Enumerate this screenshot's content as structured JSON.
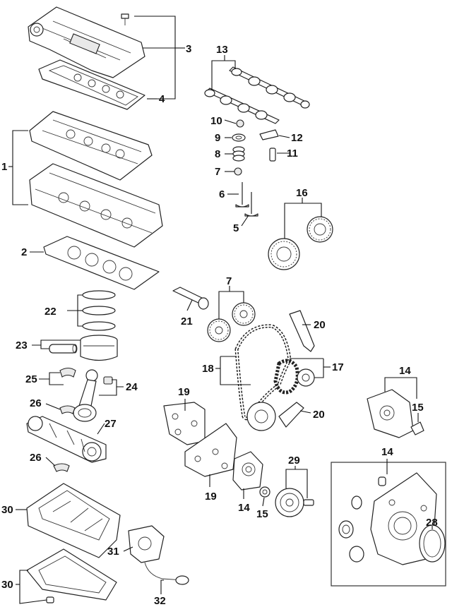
{
  "callouts": {
    "c1": "1",
    "c2": "2",
    "c3": "3",
    "c4": "4",
    "c5": "5",
    "c6": "6",
    "c7a": "7",
    "c7b": "7",
    "c8": "8",
    "c9": "9",
    "c10": "10",
    "c11": "11",
    "c12": "12",
    "c13": "13",
    "c14a": "14",
    "c14b": "14",
    "c14c": "14",
    "c15a": "15",
    "c15b": "15",
    "c16": "16",
    "c17": "17",
    "c18": "18",
    "c19a": "19",
    "c19b": "19",
    "c20a": "20",
    "c20b": "20",
    "c21": "21",
    "c22": "22",
    "c23": "23",
    "c24": "24",
    "c25": "25",
    "c26a": "26",
    "c26b": "26",
    "c27": "27",
    "c28": "28",
    "c29": "29",
    "c30a": "30",
    "c30b": "30",
    "c31": "31",
    "c32": "32"
  }
}
